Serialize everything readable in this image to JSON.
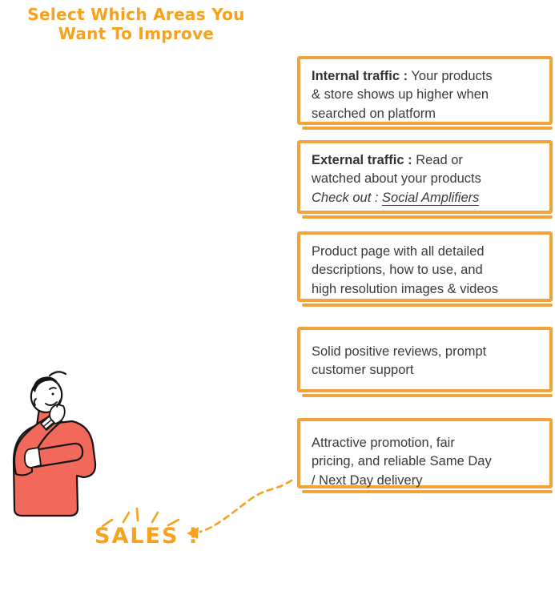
{
  "colors": {
    "accent_orange": "#F6A21E",
    "box_border_orange": "#F2A43C",
    "text_dark": "#3A3A3A",
    "sweater_red": "#F2695C",
    "background": "#FFFFFF"
  },
  "title": {
    "text": "Select Which Areas You\nWant To Improve"
  },
  "boxes": [
    {
      "name": "internal-traffic",
      "bold": "Internal traffic :",
      "text": " Your products\n& store shows up higher when\nsearched on platform"
    },
    {
      "name": "external-traffic",
      "bold": "External traffic :",
      "text": " Read or\nwatched about your products",
      "check_prefix": "Check out : ",
      "check_link": "Social Amplifiers"
    },
    {
      "name": "product-page",
      "text": "Product page with all detailed\ndescriptions, how to use, and\nhigh resolution images & videos"
    },
    {
      "name": "reviews-support",
      "text": "Solid positive reviews, prompt\ncustomer support"
    },
    {
      "name": "promotion-delivery",
      "text": "Attractive promotion, fair\npricing, and reliable Same Day\n/ Next Day delivery"
    }
  ],
  "sales": {
    "label": "SALES !"
  },
  "icons": {
    "arrow": "dashed-curved-arrow",
    "sparkles": "emphasis-dashes",
    "illustration": "thinking-person"
  }
}
